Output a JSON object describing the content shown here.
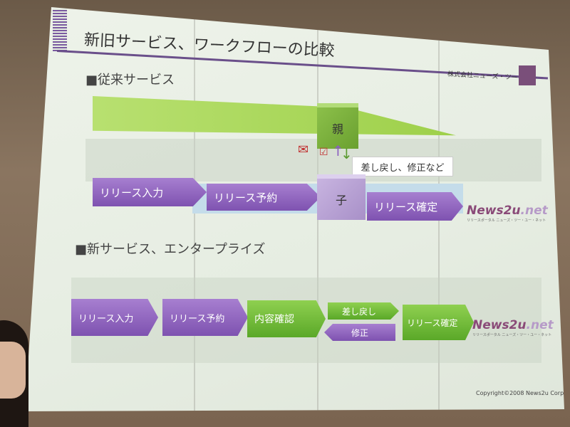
{
  "slide": {
    "title": "新旧サービス、ワークフローの比較",
    "company": "株式会社ニューズ・ツー・ユー",
    "copyright": "Copyright©2008  News2u Corp."
  },
  "old_service": {
    "heading": "■従来サービス",
    "parent_label": "親",
    "child_label": "子",
    "feedback_note": "差し戻し、修正など",
    "steps": [
      "リリース入力",
      "リリース予約",
      "リリース確定"
    ]
  },
  "new_service": {
    "heading": "■新サービス、エンタープライズ",
    "steps": [
      "リリース入力",
      "リリース予約",
      "内容確認",
      "差し戻し",
      "修正",
      "リリース確定"
    ]
  },
  "logo": {
    "main": "News2u",
    "suffix": ".net",
    "tagline": "リリースポータル ニューズ・ツー・ユー・ネット"
  },
  "colors": {
    "purple": "#8a5fc0",
    "green": "#6cb834",
    "title_bar": "#6a4f8a"
  }
}
